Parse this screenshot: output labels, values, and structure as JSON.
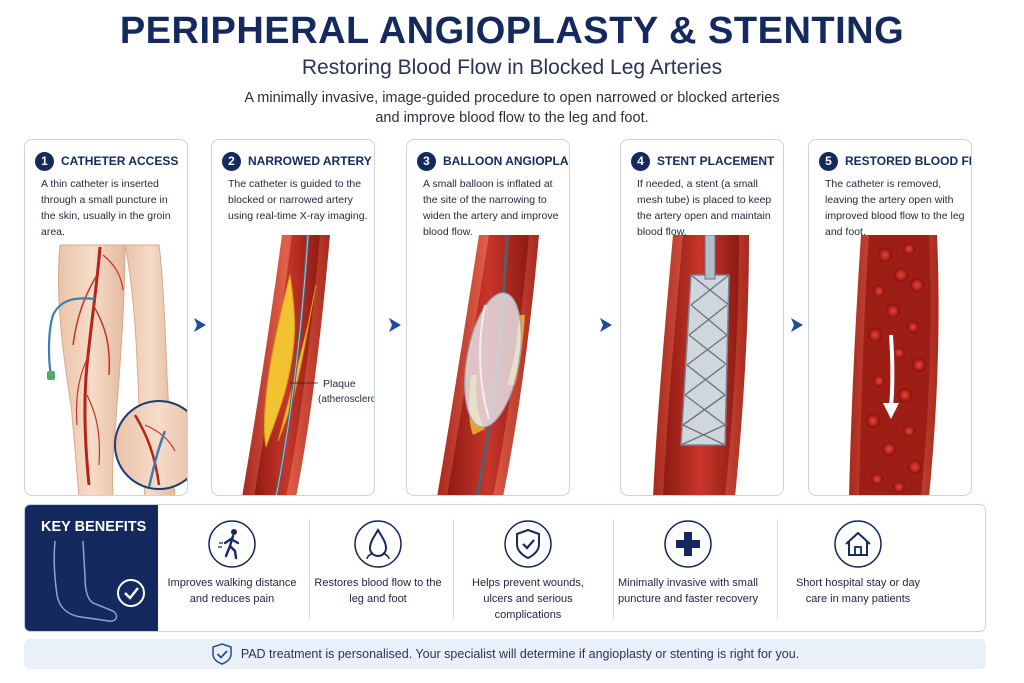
{
  "header": {
    "title": "PERIPHERAL ANGIOPLASTY & STENTING",
    "subtitle": "Restoring Blood Flow in Blocked Leg Arteries",
    "intro": "A minimally invasive, image-guided procedure to open narrowed or blocked arteries and improve blood flow to the leg and foot."
  },
  "steps": [
    {
      "number": "1",
      "title": "CATHETER ACCESS",
      "description": "A thin catheter is inserted through a small puncture in the skin, usually in the groin area."
    },
    {
      "number": "2",
      "title": "NARROWED ARTERY",
      "description": "The catheter is guided to the blocked or narrowed artery using real-time X-ray imaging.",
      "annotation": "Plaque",
      "annotation_sub": "(atherosclerosis)"
    },
    {
      "number": "3",
      "title": "BALLOON ANGIOPLASTY",
      "description": "A small balloon is inflated at the site of the narrowing to widen the artery and improve blood flow."
    },
    {
      "number": "4",
      "title": "STENT PLACEMENT",
      "description": "If needed, a stent (a small mesh tube) is placed to keep the artery open and maintain blood flow."
    },
    {
      "number": "5",
      "title": "RESTORED BLOOD FLOW",
      "description": "The catheter is removed, leaving the artery open with improved blood flow to the leg and foot."
    }
  ],
  "benefits": {
    "title": "KEY BENEFITS",
    "items": [
      {
        "icon": "walking-person-icon",
        "text": "Improves walking distance and reduces pain"
      },
      {
        "icon": "blood-drop-icon",
        "text": "Restores blood flow to the leg and foot"
      },
      {
        "icon": "shield-check-icon",
        "text": "Helps prevent wounds, ulcers and serious complications"
      },
      {
        "icon": "medical-cross-icon",
        "text": "Minimally invasive with small puncture and faster recovery"
      },
      {
        "icon": "house-icon",
        "text": "Short hospital stay or day care in many patients"
      }
    ]
  },
  "footer": {
    "icon": "shield-check-icon",
    "text": "PAD treatment is personalised. Your specialist will determine if angioplasty or stenting is right for you."
  },
  "colors": {
    "navy": "#14295e",
    "artery_wall": "#c0392b",
    "plaque": "#f2c230",
    "border": "#c7d3e6",
    "footer_bg": "#e9f0fa"
  }
}
